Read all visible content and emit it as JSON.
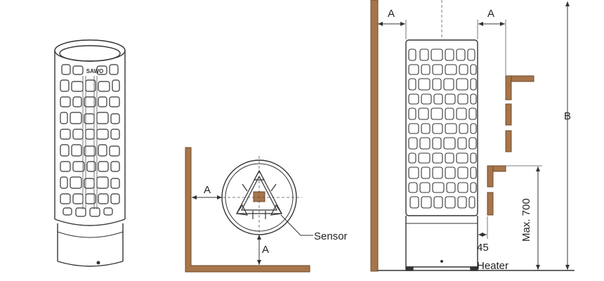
{
  "diagram": {
    "labels": {
      "top_clearance_a": "A",
      "side_clearance_a": "A",
      "plan_wall_a": "A",
      "plan_bottom_a": "A",
      "sensor": "Sensor",
      "height_b": "B",
      "gap_45": "45",
      "max_700": "Max. 700",
      "heater": "Heater",
      "brand": "SAWO"
    },
    "colors": {
      "wood": "#a8754a",
      "wood_edge": "#6b4a2e",
      "line": "#333333",
      "dim": "#444444"
    }
  }
}
